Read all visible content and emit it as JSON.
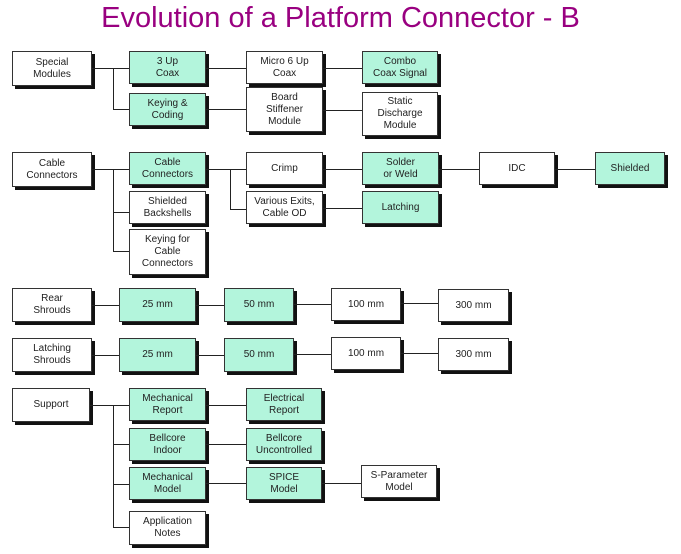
{
  "title": "Evolution of a Platform Connector - B",
  "colors": {
    "title": "#990080",
    "highlight": "#b3f5dc"
  },
  "rows": {
    "special": {
      "root": "Special\nModules",
      "a1": "3 Up\nCoax",
      "a2": "Micro 6 Up\nCoax",
      "a3": "Combo\nCoax Signal",
      "b1": "Keying &\nCoding",
      "b2": "Board\nStiffener\nModule",
      "b3": "Static\nDischarge\nModule"
    },
    "cable": {
      "root": "Cable\nConnectors",
      "a1": "Cable\nConnectors",
      "a2": "Crimp",
      "a3": "Solder\nor Weld",
      "a4": "IDC",
      "a5": "Shielded",
      "b1": "Shielded\nBackshells",
      "b2": "Various Exits,\nCable OD",
      "b3": "Latching",
      "c1": "Keying for\nCable\nConnectors"
    },
    "rear": {
      "root": "Rear\nShrouds",
      "a1": "25 mm",
      "a2": "50 mm",
      "a3": "100 mm",
      "a4": "300 mm"
    },
    "latching": {
      "root": "Latching\nShrouds",
      "a1": "25 mm",
      "a2": "50 mm",
      "a3": "100 mm",
      "a4": "300 mm"
    },
    "support": {
      "root": "Support",
      "a1": "Mechanical\nReport",
      "a2": "Electrical\nReport",
      "b1": "Bellcore\nIndoor",
      "b2": "Bellcore\nUncontrolled",
      "c1": "Mechanical\nModel",
      "c2": "SPICE\nModel",
      "c3": "S-Parameter\nModel",
      "d1": "Application\nNotes"
    }
  }
}
